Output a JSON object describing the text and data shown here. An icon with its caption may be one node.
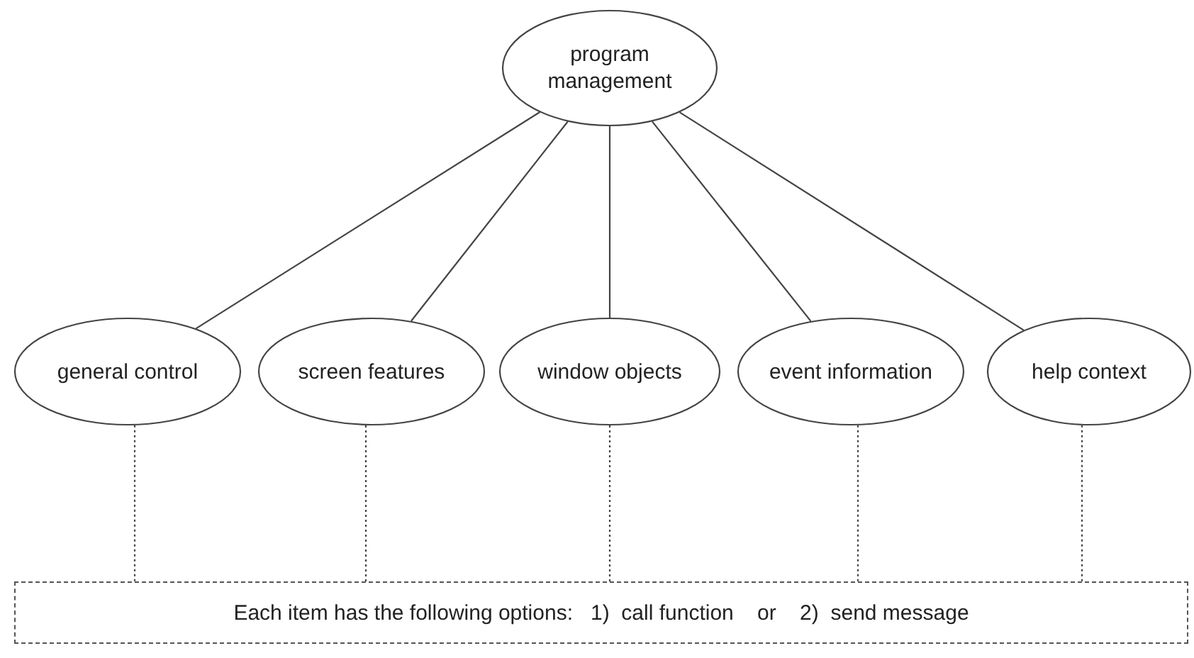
{
  "diagram": {
    "nodes": [
      {
        "text": [
          "program management"
        ]
      },
      {
        "text": [
          "general control"
        ]
      },
      {
        "text": [
          "screen features"
        ]
      },
      {
        "text": [
          "window objects"
        ]
      },
      {
        "text": [
          "event information"
        ]
      },
      {
        "text": [
          "help context"
        ]
      },
      {
        "text": [
          "Each item has the following options:   1)  call function    or    2)  send message"
        ]
      }
    ],
    "edges": [
      {
        "from": 0,
        "to": 1,
        "arrow": "none"
      },
      {
        "from": 0,
        "to": 2,
        "arrow": "none"
      },
      {
        "from": 0,
        "to": 3,
        "arrow": "none"
      },
      {
        "from": 0,
        "to": 4,
        "arrow": "none"
      },
      {
        "from": 0,
        "to": 5,
        "arrow": "none"
      },
      {
        "from": 1,
        "to": 6,
        "arrow": "none",
        "style": "dashed"
      },
      {
        "from": 2,
        "to": 6,
        "arrow": "none",
        "style": "dashed"
      },
      {
        "from": 3,
        "to": 6,
        "arrow": "none",
        "style": "dashed"
      },
      {
        "from": 4,
        "to": 6,
        "arrow": "none",
        "style": "dashed"
      },
      {
        "from": 5,
        "to": 6,
        "arrow": "none",
        "style": "dashed"
      }
    ]
  }
}
